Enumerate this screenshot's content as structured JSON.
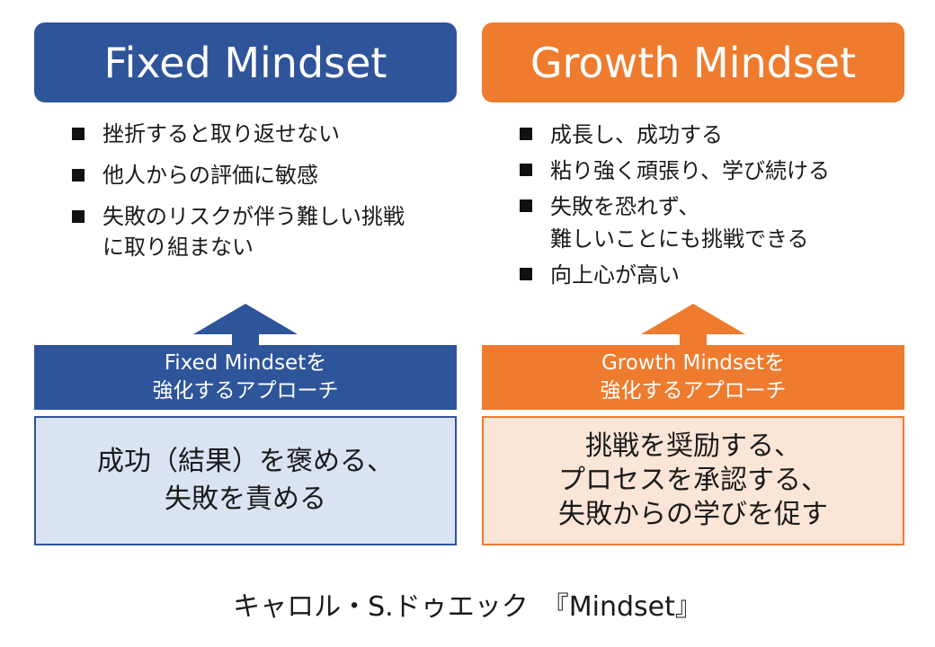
{
  "fixed": {
    "title": "Fixed Mindset",
    "color": "#2e549a",
    "light_color": "#dae3f2",
    "bullets": [
      "挫折すると取り返せない",
      "他人からの評価に敏感",
      "失敗のリスクが伴う難しい挑戦\nに取り組まない"
    ],
    "approach_label": "Fixed Mindsetを\n強化するアプローチ",
    "approach_text": "成功（結果）を褒める、\n失敗を責める"
  },
  "growth": {
    "title": "Growth Mindset",
    "color": "#ee7b2e",
    "light_color": "#fbe5d6",
    "bullets": [
      "成長し、成功する",
      "粘り強く頑張り、学び続ける",
      "失敗を恐れず、\n難しいことにも挑戦できる",
      "向上心が高い"
    ],
    "approach_label": "Growth Mindsetを\n強化するアプローチ",
    "approach_text": "挑戦を奨励する、\nプロセスを承認する、\n失敗からの学びを促す"
  },
  "citation": "キャロル・S.ドゥエック　『Mindset』",
  "icons": {
    "bullet": "black-square-bullet",
    "arrow": "up-arrow-icon"
  }
}
